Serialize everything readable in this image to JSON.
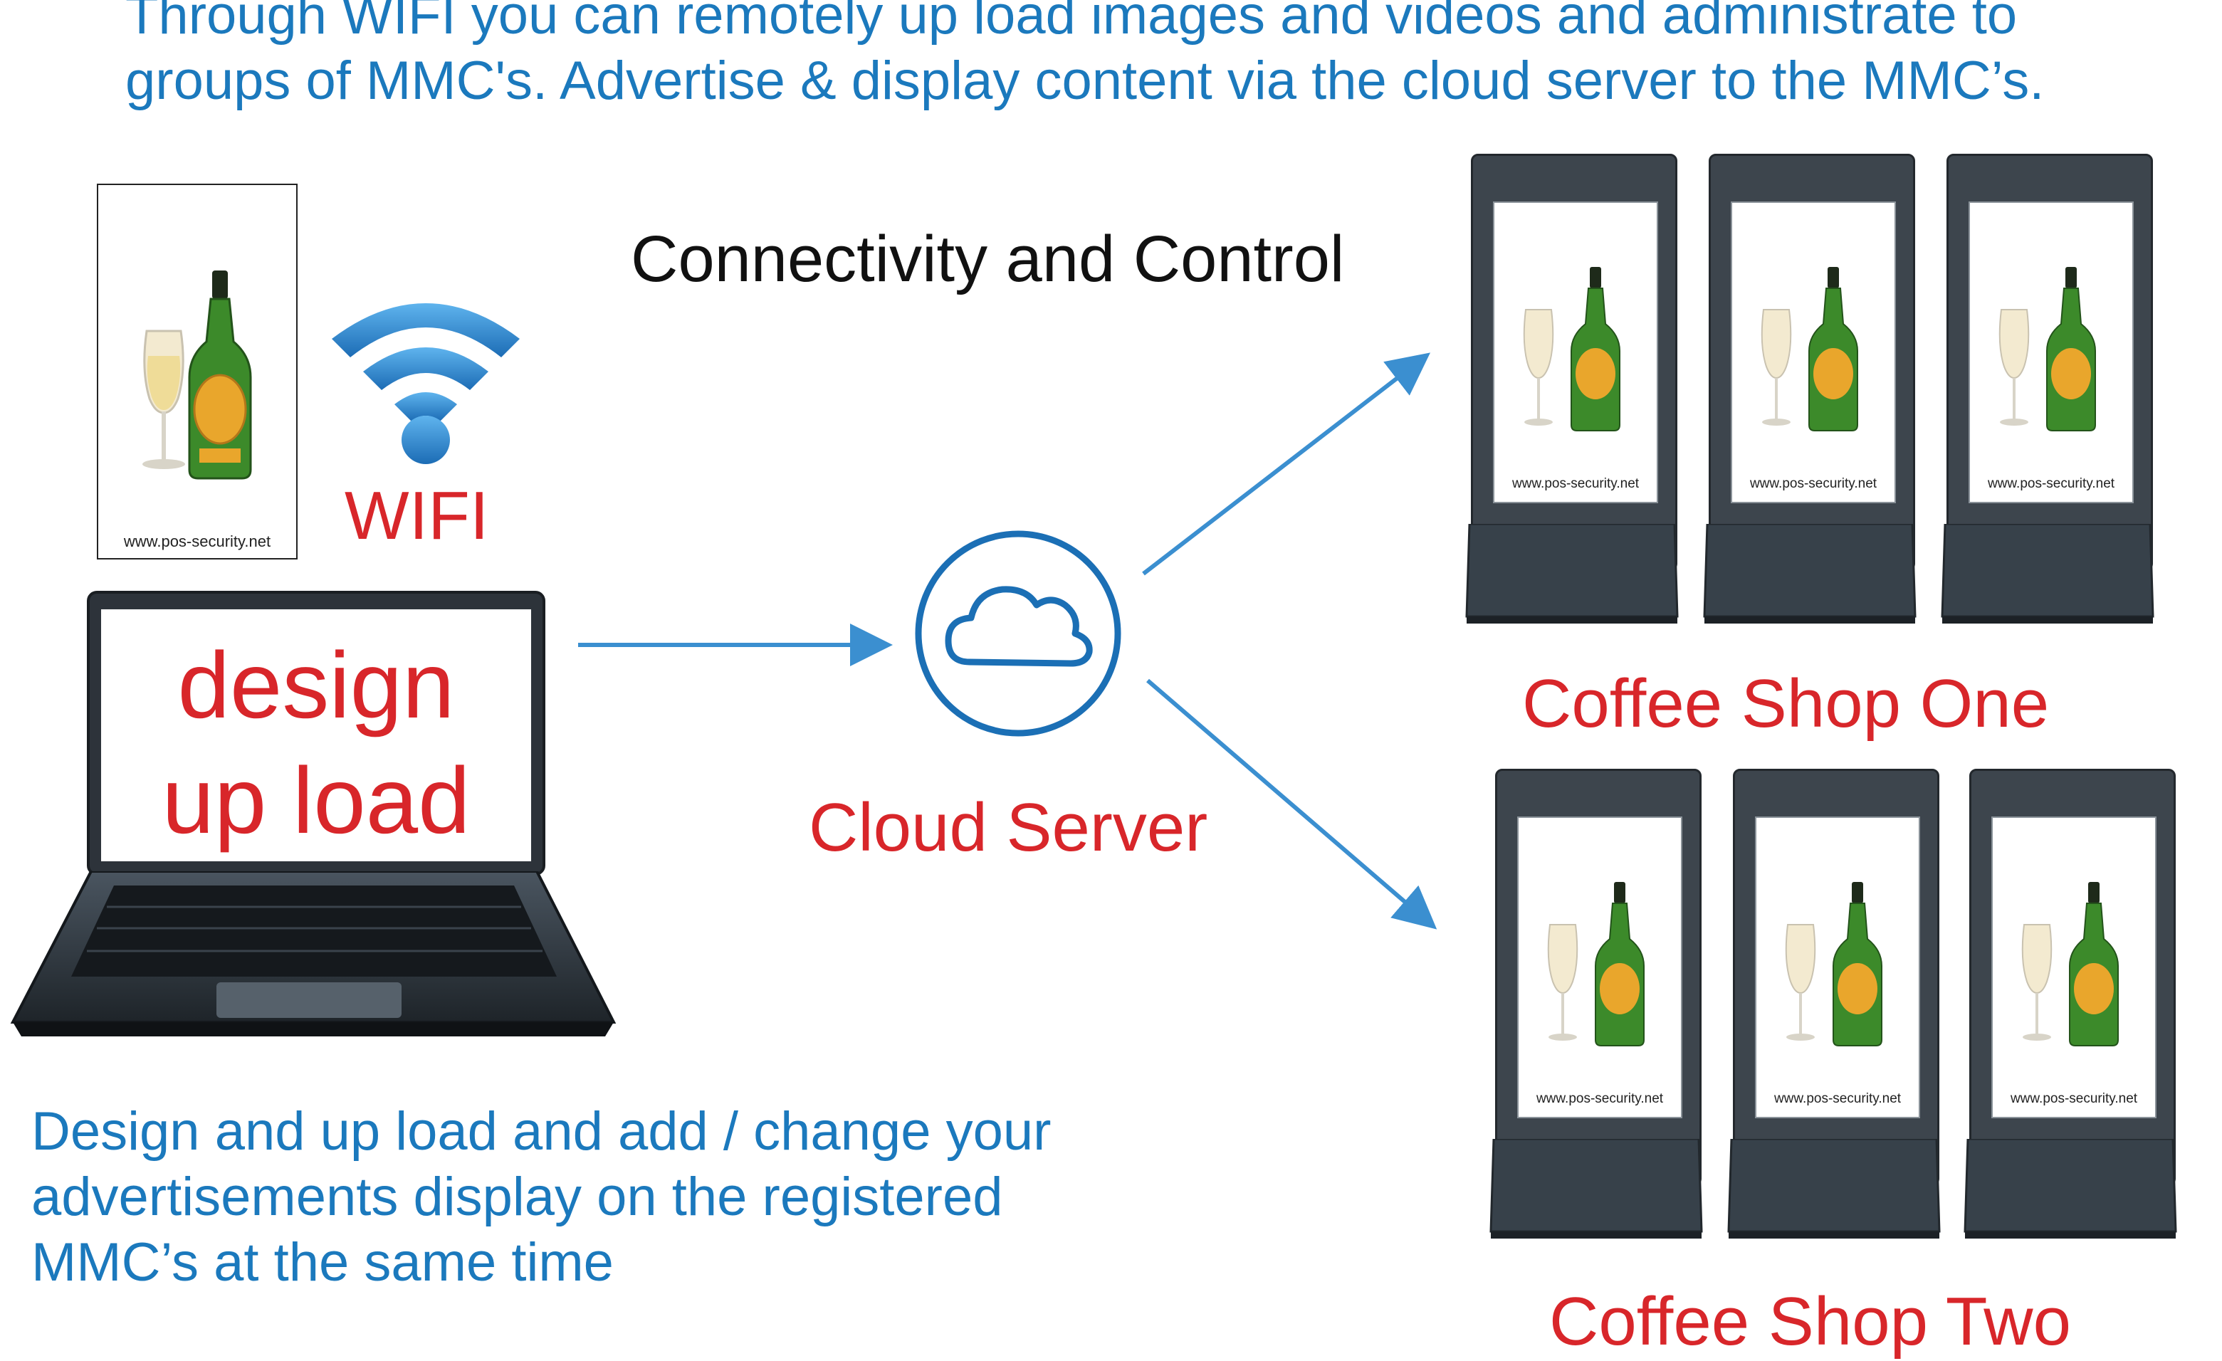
{
  "header": {
    "line1": "Through WIFI you can remotely up load images and videos and administrate to",
    "line2": "groups of MMC's. Advertise & display content via the cloud server to the MMC’s."
  },
  "center_title": "Connectivity and Control",
  "wifi_label": "WIFI",
  "poster_url": "www.pos-security.net",
  "laptop": {
    "line1": "design",
    "line2": "up load"
  },
  "cloud_label": "Cloud Server",
  "shops": [
    {
      "label": "Coffee Shop One",
      "devices": [
        {
          "url": "www.pos-security.net"
        },
        {
          "url": "www.pos-security.net"
        },
        {
          "url": "www.pos-security.net"
        }
      ]
    },
    {
      "label": "Coffee Shop Two",
      "devices": [
        {
          "url": "www.pos-security.net"
        },
        {
          "url": "www.pos-security.net"
        },
        {
          "url": "www.pos-security.net"
        }
      ]
    }
  ],
  "description": {
    "line1": "Design and up load and add / change your",
    "line2": "advertisements display on the registered",
    "line3": "MMC’s at the same time"
  },
  "colors": {
    "blue": "#1b79bd",
    "red": "#d8262a",
    "arrow": "#3b8fd0",
    "device": "#3d454d"
  }
}
